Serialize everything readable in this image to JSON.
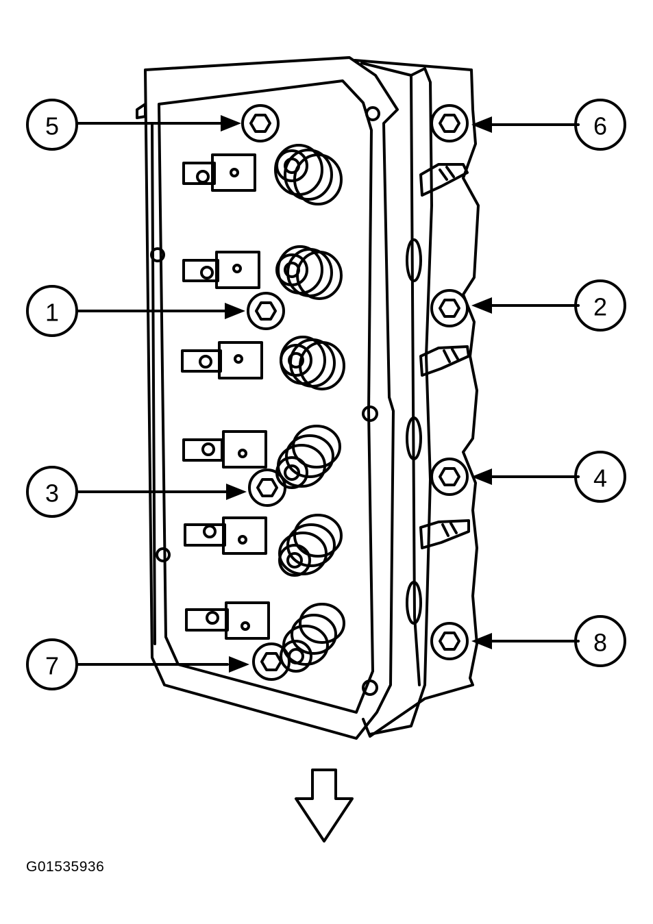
{
  "figure_id": "G01535936",
  "callouts": [
    {
      "label": "5",
      "side": "left"
    },
    {
      "label": "1",
      "side": "left"
    },
    {
      "label": "3",
      "side": "left"
    },
    {
      "label": "7",
      "side": "left"
    },
    {
      "label": "6",
      "side": "right"
    },
    {
      "label": "2",
      "side": "right"
    },
    {
      "label": "4",
      "side": "right"
    },
    {
      "label": "8",
      "side": "right"
    }
  ],
  "colors": {
    "line": "#000000",
    "background": "#ffffff"
  }
}
